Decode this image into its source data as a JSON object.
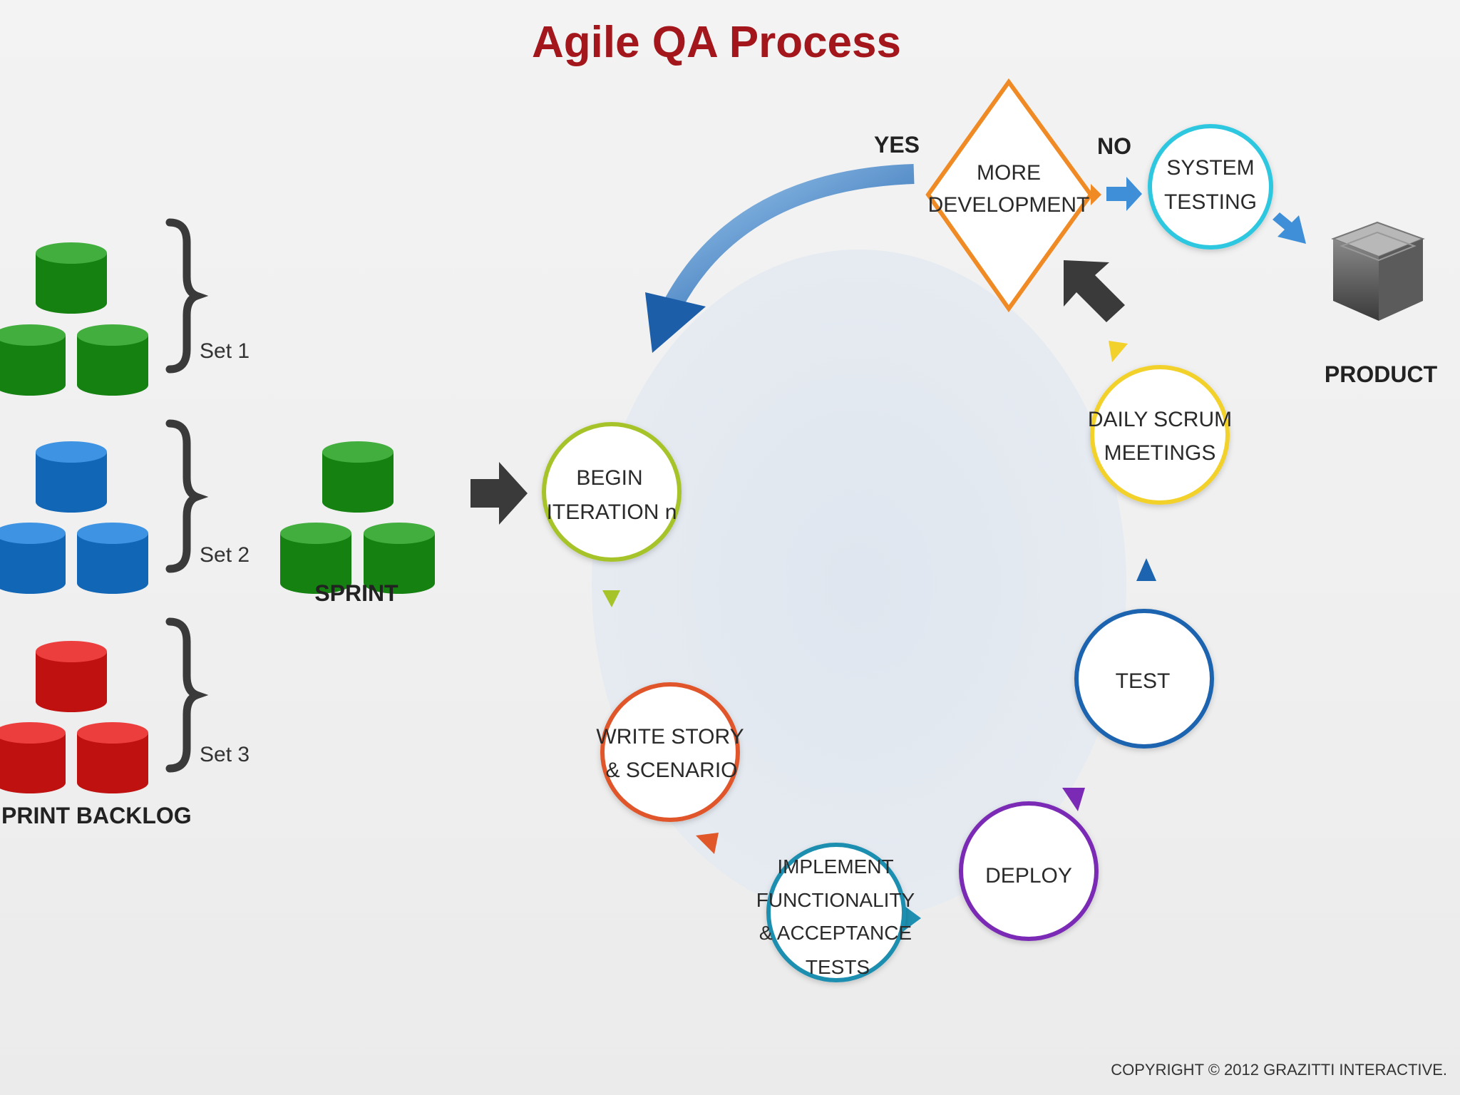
{
  "title": "Agile QA Process",
  "backlog": {
    "label": "PRINT BACKLOG",
    "sets": [
      {
        "label": "Set 1",
        "color": "#2e9a2a"
      },
      {
        "label": "Set 2",
        "color": "#2a7fcf"
      },
      {
        "label": "Set 3",
        "color": "#d92a2a"
      }
    ]
  },
  "sprint": {
    "label": "SPRINT",
    "color": "#2e9a2a"
  },
  "cycle": {
    "begin": {
      "line1": "BEGIN",
      "line2": "ITERATION n",
      "color": "#a6c42a"
    },
    "write": {
      "line1": "WRITE STORY",
      "line2": "& SCENARIO",
      "color": "#e0572a"
    },
    "implement": {
      "line1": "IMPLEMENT",
      "line2": "FUNCTIONALITY",
      "line3": "& ACCEPTANCE",
      "line4": "TESTS",
      "color": "#1e8fb0"
    },
    "deploy": {
      "line1": "DEPLOY",
      "color": "#7a2ab5"
    },
    "test": {
      "line1": "TEST",
      "color": "#1c64b0"
    },
    "scrum": {
      "line1": "DAILY SCRUM",
      "line2": "MEETINGS",
      "color": "#f2d12a"
    }
  },
  "decision": {
    "line1": "MORE",
    "line2": "DEVELOPMENT",
    "color": "#f08a24",
    "yes": "YES",
    "no": "NO"
  },
  "system_testing": {
    "line1": "SYSTEM",
    "line2": "TESTING",
    "color": "#2ec7e0"
  },
  "product": {
    "label": "PRODUCT"
  },
  "copyright": "COPYRIGHT © 2012 GRAZITTI INTERACTIVE."
}
